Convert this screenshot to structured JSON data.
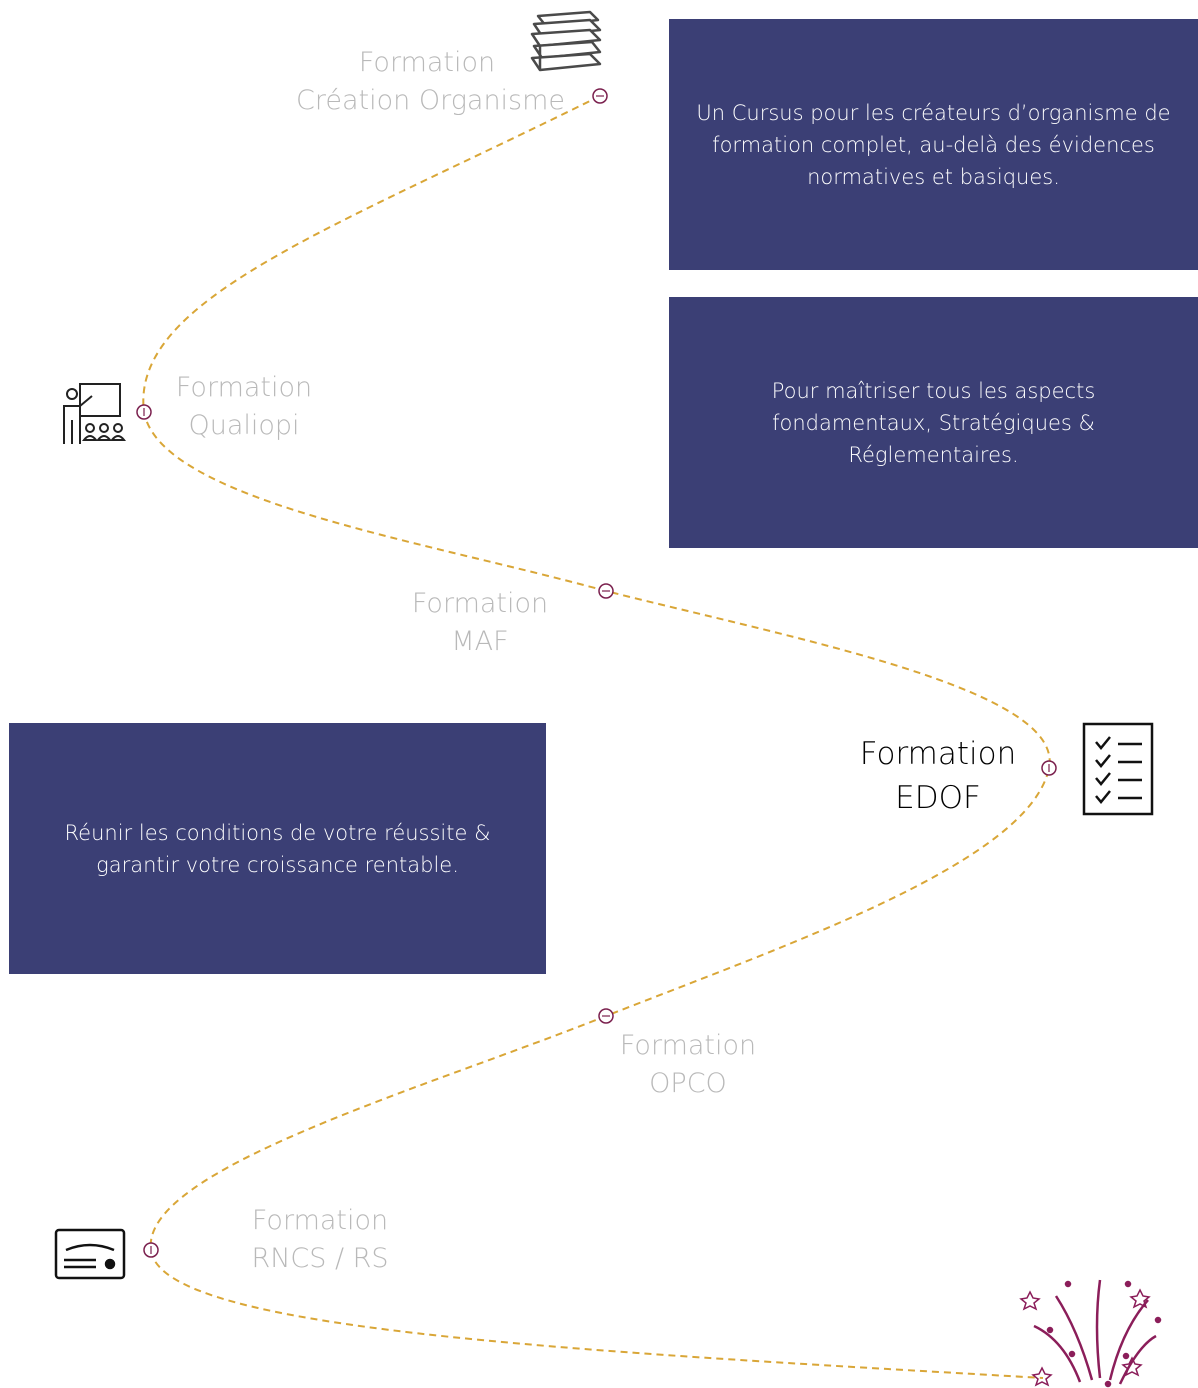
{
  "steps": [
    {
      "line1": "Formation",
      "line2": "Création Organisme"
    },
    {
      "line1": "Formation",
      "line2": "Qualiopi"
    },
    {
      "line1": "Formation",
      "line2": "MAF"
    },
    {
      "line1": "Formation",
      "line2": "EDOF"
    },
    {
      "line1": "Formation",
      "line2": "OPCO"
    },
    {
      "line1": "Formation",
      "line2": "RNCS / RS"
    }
  ],
  "descriptions": [
    "Un Cursus pour les créateurs d’organisme de formation complet, au-delà des évidences normatives et basiques.",
    "Pour maîtriser tous les aspects fondamentaux, Stratégiques & Réglementaires.",
    "Réunir les conditions de votre réussite & garantir votre croissance rentable."
  ],
  "icons": [
    "books-icon",
    "teacher-classroom-icon",
    "checklist-icon",
    "certificate-icon",
    "fireworks-icon"
  ],
  "colors": {
    "box": "#3b3f75",
    "path": "#d9a637",
    "marker": "#7a1f4d",
    "inactive_text": "#b9b9b9",
    "active_text": "#000000",
    "fireworks": "#8b1e5a"
  }
}
